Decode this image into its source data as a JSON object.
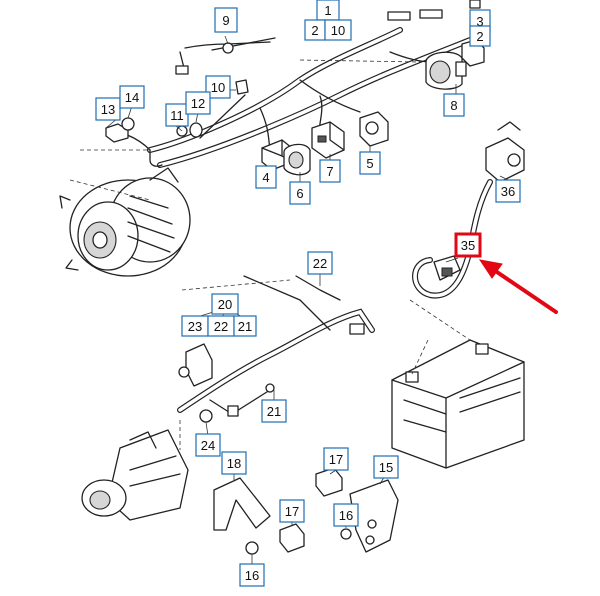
{
  "callouts": {
    "c9": "9",
    "c1": "1",
    "c2a": "2",
    "c10a": "10",
    "c3": "3",
    "c2b": "2",
    "c10b": "10",
    "c8": "8",
    "c13": "13",
    "c14": "14",
    "c11": "11",
    "c12": "12",
    "c4": "4",
    "c6": "6",
    "c7": "7",
    "c5": "5",
    "c36": "36",
    "c35": "35",
    "c22a": "22",
    "c20": "20",
    "c23": "23",
    "c22b": "22",
    "c21a": "21",
    "c21b": "21",
    "c24": "24",
    "c18": "18",
    "c17a": "17",
    "c15": "15",
    "c16a": "16",
    "c17b": "17",
    "c16b": "16"
  },
  "highlight": {
    "target": "35",
    "color": "#e30613"
  },
  "colors": {
    "callout_border": "#1f6fb2",
    "line_art": "#222222"
  }
}
